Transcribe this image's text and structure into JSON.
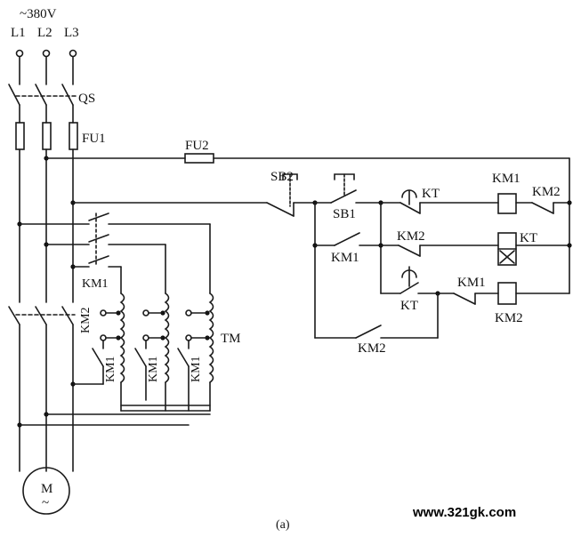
{
  "supply": {
    "voltage": "~380V",
    "phases": [
      "L1",
      "L2",
      "L3"
    ]
  },
  "power": {
    "switch": "QS",
    "fuse": "FU1",
    "motor": "M",
    "motor_symbol": "~"
  },
  "autotransformer": {
    "label": "TM",
    "contactor": "KM1",
    "bypass": "KM2"
  },
  "control": {
    "fuse": "FU2",
    "stop_button": "SB2",
    "start_button": "SB1",
    "relays": [
      "KM1",
      "KT",
      "KM2"
    ],
    "contacts": {
      "kt_timed_nc": "KT",
      "km2_nc": "KM2",
      "km1_nc": "KM1",
      "km1_holding": "KM1",
      "km2_interlock": "KM2",
      "km2_holding": "KM2",
      "kt_timed_no": "KT"
    }
  },
  "caption": "(a)",
  "watermark": "www.321gk.com"
}
